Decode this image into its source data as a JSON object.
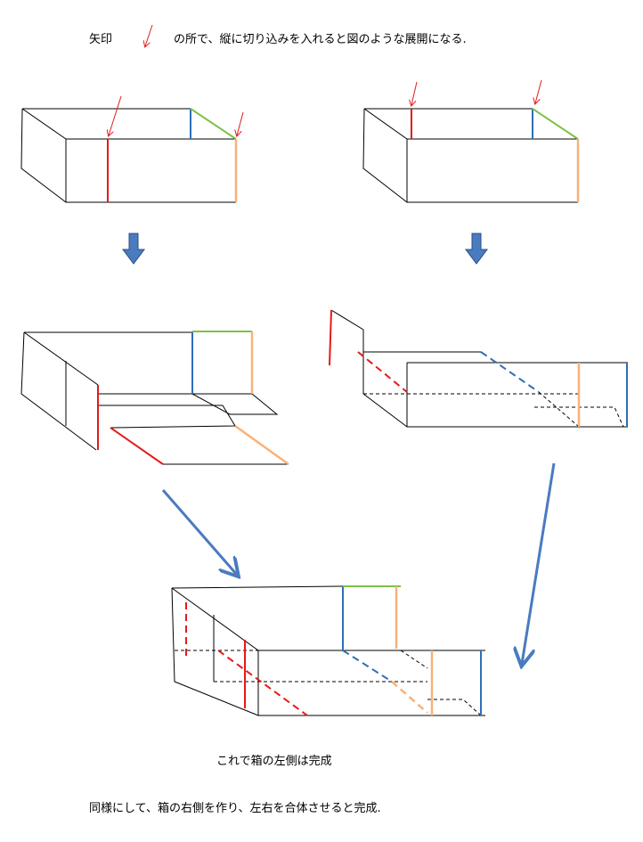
{
  "instruction": {
    "prefix": "矢印",
    "suffix": "の所で、縦に切り込みを入れると図のような展開になる."
  },
  "caption_left_done": "これで箱の左側は完成",
  "caption_final": "同様にして、箱の右側を作り、左右を合体させると完成.",
  "colors": {
    "cut": "#e31a1a",
    "blue_edge": "#2e6fb5",
    "green_edge": "#7cc242",
    "orange_edge": "#f7b27a",
    "flow_arrow": "#4a7bbf"
  }
}
